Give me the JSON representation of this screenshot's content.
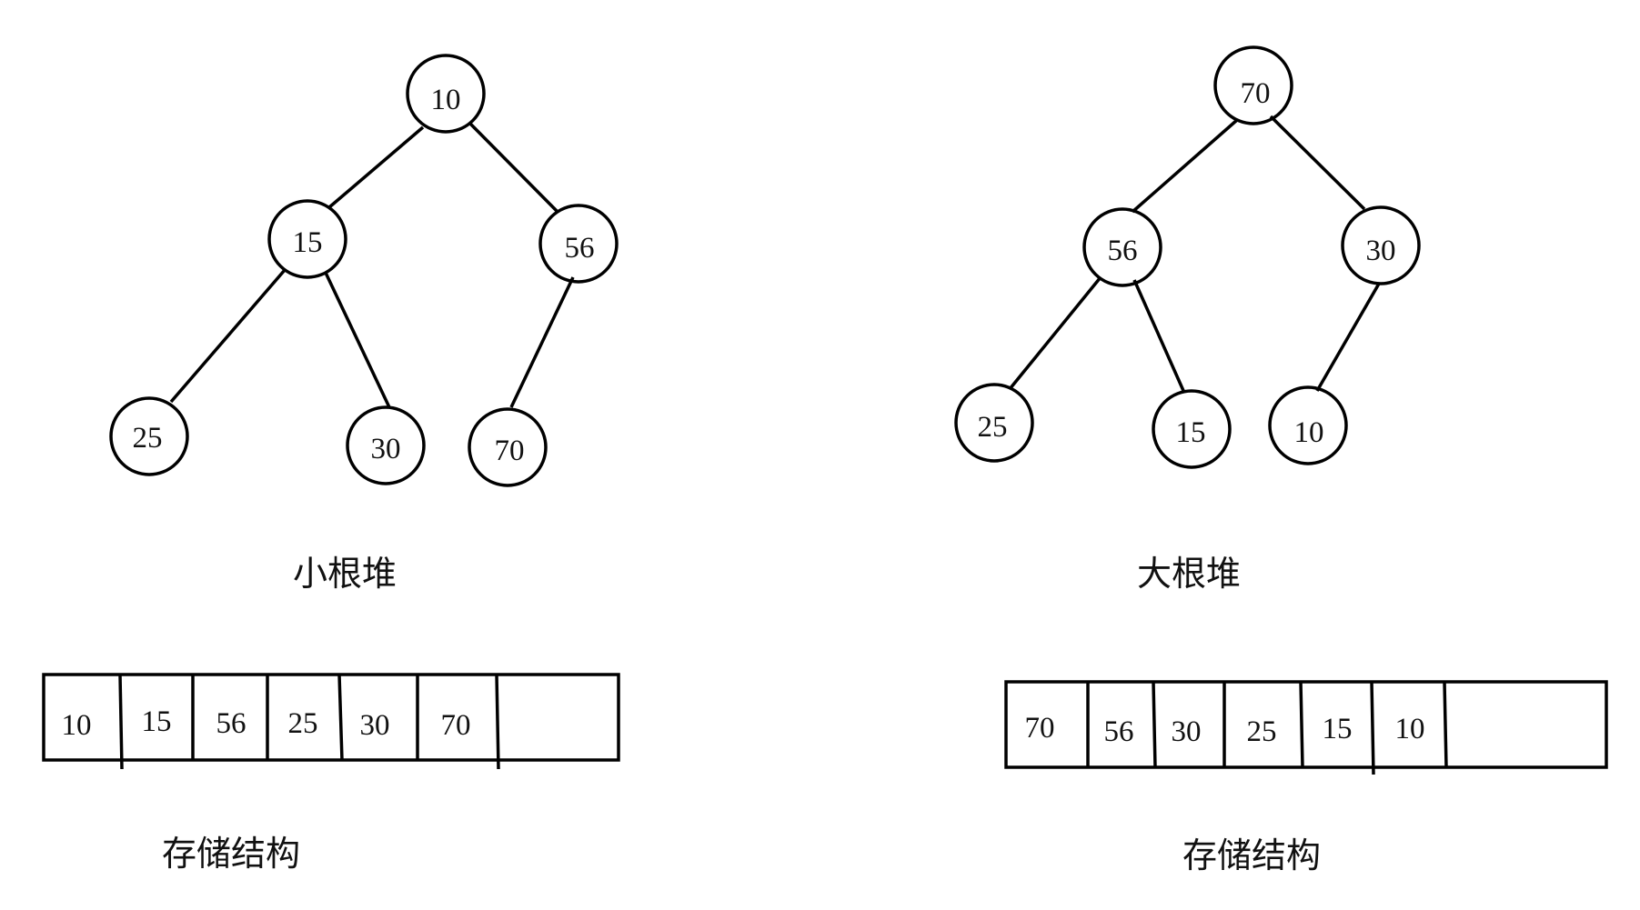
{
  "min_heap": {
    "caption": "小根堆",
    "nodes": [
      "10",
      "15",
      "56",
      "25",
      "30",
      "70"
    ],
    "storage_caption": "存储结构",
    "storage_cells": [
      "10",
      "15",
      "56",
      "25",
      "30",
      "70",
      ""
    ]
  },
  "max_heap": {
    "caption": "大根堆",
    "nodes": [
      "70",
      "56",
      "30",
      "25",
      "15",
      "10"
    ],
    "storage_caption": "存储结构",
    "storage_cells": [
      "70",
      "56",
      "30",
      "25",
      "15",
      "10",
      ""
    ]
  }
}
